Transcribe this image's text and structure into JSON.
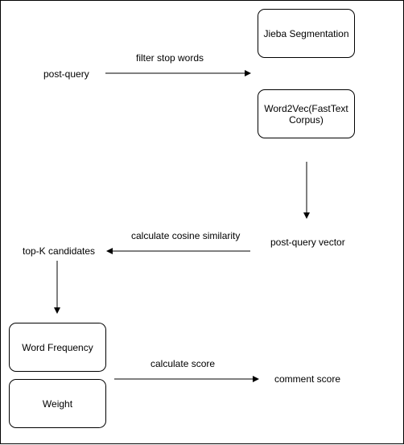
{
  "nodes": {
    "jieba": "Jieba Segmentation",
    "word2vec": "Word2Vec(FastText\nCorpus)",
    "word_frequency": "Word Frequency",
    "weight": "Weight"
  },
  "labels": {
    "post_query": "post-query",
    "post_query_vector": "post-query vector",
    "top_k": "top-K candidates",
    "comment_score": "comment score"
  },
  "edge_labels": {
    "filter_stop_words": "filter stop words",
    "cosine_similarity": "calculate cosine similarity",
    "calculate_score": "calculate score"
  },
  "colors": {
    "stroke": "#000000",
    "background": "#ffffff"
  }
}
